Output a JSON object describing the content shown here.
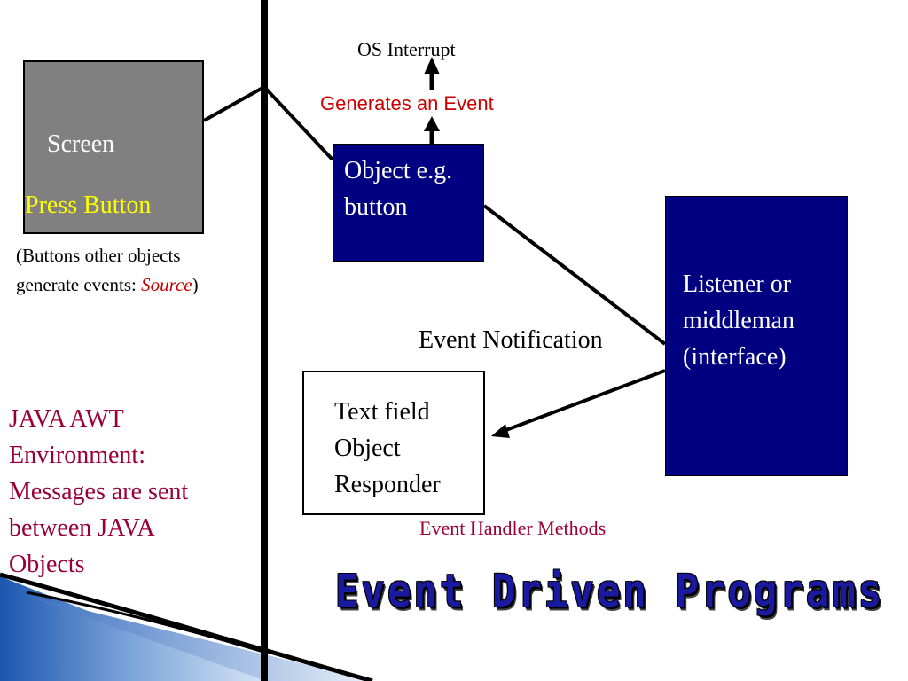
{
  "screen": {
    "label": "Screen",
    "action": "Press Button"
  },
  "source_note": {
    "line1": "(Buttons other objects",
    "line2": "generate events: ",
    "source_word": "Source",
    "close": ")"
  },
  "os_interrupt": "OS Interrupt",
  "generates_event": "Generates an Event",
  "object_box": {
    "line1": "Object e.g.",
    "line2": "button"
  },
  "listener_box": {
    "line1": "Listener or",
    "line2": "middleman",
    "line3": "(interface)"
  },
  "event_notification": "Event Notification",
  "textfield_box": {
    "line1": "Text field",
    "line2": "Object",
    "line3": "Responder"
  },
  "event_handler": "Event Handler Methods",
  "java_note": {
    "line1": "JAVA AWT",
    "line2": "Environment:",
    "line3": "Messages are sent",
    "line4": "between JAVA",
    "line5": "Objects"
  },
  "title": "Event Driven Programs",
  "colors": {
    "box_fill": "#000080",
    "screen_fill": "#808080",
    "press_text": "#ffff00",
    "event_text": "#cc0000",
    "note_text": "#990033",
    "title_text": "#1a1aa0"
  }
}
